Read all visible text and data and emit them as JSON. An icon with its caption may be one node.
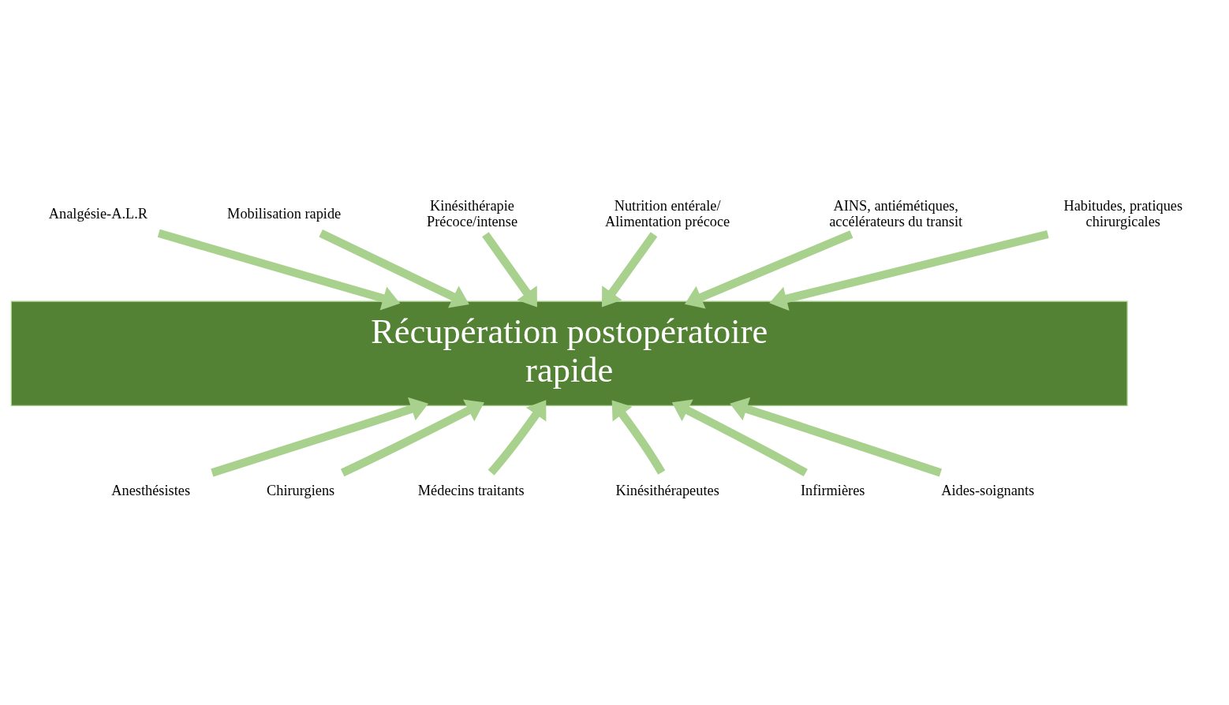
{
  "diagram": {
    "nodes": [
      {
        "text": [
          "Récupération postopératoire rapide"
        ]
      },
      {
        "text": [
          "Analgésie-A.L.R"
        ]
      },
      {
        "text": [
          "Mobilisation rapide"
        ]
      },
      {
        "text": [
          "Kinésithérapie Précoce/intense"
        ]
      },
      {
        "text": [
          "Nutrition entérale/ Alimentation précoce"
        ]
      },
      {
        "text": [
          "AINS, antiémétiques, accélérateurs du transit"
        ]
      },
      {
        "text": [
          "Habitudes, pratiques chirurgicales"
        ]
      },
      {
        "text": [
          "Anesthésistes"
        ]
      },
      {
        "text": [
          "Chirurgiens"
        ]
      },
      {
        "text": [
          "Médecins traitants"
        ]
      },
      {
        "text": [
          "Kinésithérapeutes"
        ]
      },
      {
        "text": [
          "Infirmières"
        ]
      },
      {
        "text": [
          "Aides-soignants"
        ]
      }
    ],
    "edges": [
      {
        "from": 1,
        "to": 0,
        "arrow": "to"
      },
      {
        "from": 2,
        "to": 0,
        "arrow": "to"
      },
      {
        "from": 3,
        "to": 0,
        "arrow": "to"
      },
      {
        "from": 4,
        "to": 0,
        "arrow": "to"
      },
      {
        "from": 5,
        "to": 0,
        "arrow": "to"
      },
      {
        "from": 6,
        "to": 0,
        "arrow": "to"
      },
      {
        "from": 7,
        "to": 0,
        "arrow": "to"
      },
      {
        "from": 8,
        "to": 0,
        "arrow": "to"
      },
      {
        "from": 9,
        "to": 0,
        "arrow": "to"
      },
      {
        "from": 10,
        "to": 0,
        "arrow": "to"
      },
      {
        "from": 11,
        "to": 0,
        "arrow": "to"
      },
      {
        "from": 12,
        "to": 0,
        "arrow": "to"
      }
    ]
  }
}
